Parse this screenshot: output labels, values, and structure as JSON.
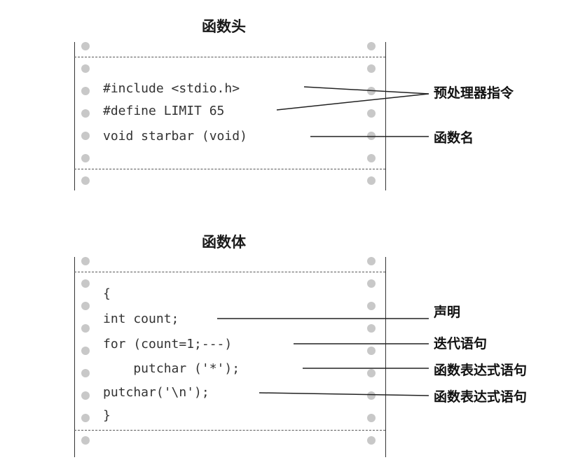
{
  "header": {
    "title": "函数头",
    "code_lines": [
      "#include <stdio.h>",
      "#define LIMIT 65",
      "void starbar (void)"
    ],
    "labels": [
      "预处理器指令",
      "函数名"
    ]
  },
  "body": {
    "title": "函数体",
    "code_lines": [
      "{",
      "int count;",
      "for (count=1;---)",
      "    putchar ('*');",
      "putchar('\\n');",
      "}"
    ],
    "labels": [
      "声明",
      "迭代语句",
      "函数表达式语句",
      "函数表达式语句"
    ]
  }
}
